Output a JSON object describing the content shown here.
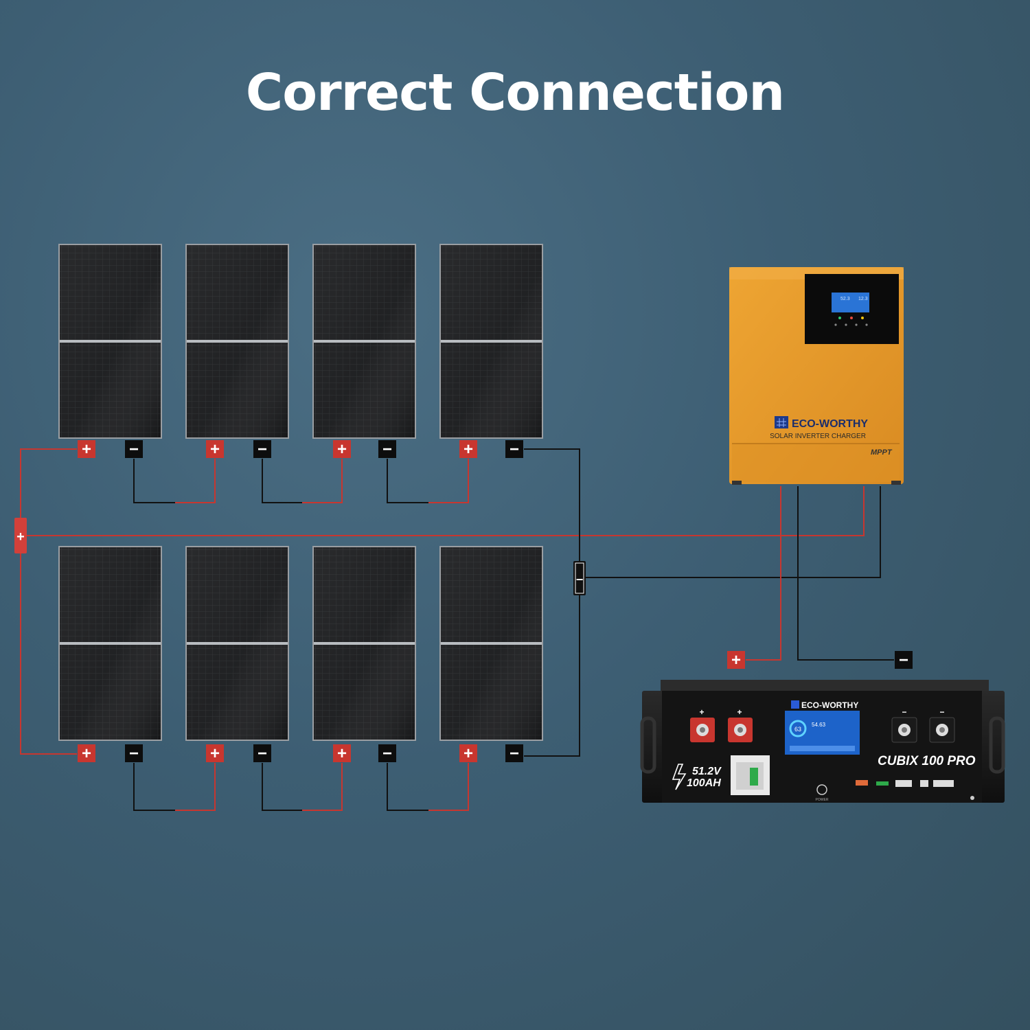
{
  "title": "Correct Connection",
  "colors": {
    "background": "#3f6176",
    "positive_wire": "#c8362f",
    "negative_wire": "#111111",
    "inverter_body": "#e79a2b",
    "panel": "#1b1c1e",
    "battery_body": "#151515"
  },
  "terminals": {
    "positive": "+",
    "negative": "−"
  },
  "inverter": {
    "brand": "ECO-WORTHY",
    "subtitle": "SOLAR INVERTER CHARGER",
    "tag": "MPPT",
    "screen_left": "52.3",
    "screen_right": "12.3"
  },
  "battery": {
    "brand": "ECO-WORTHY",
    "voltage": "51.2V",
    "capacity": "100AH",
    "model": "CUBIX 100 PRO",
    "screen_soc": "63",
    "screen_value": "54.63",
    "power_label": "POWER"
  },
  "panels": {
    "rows": 2,
    "columns": 4
  }
}
